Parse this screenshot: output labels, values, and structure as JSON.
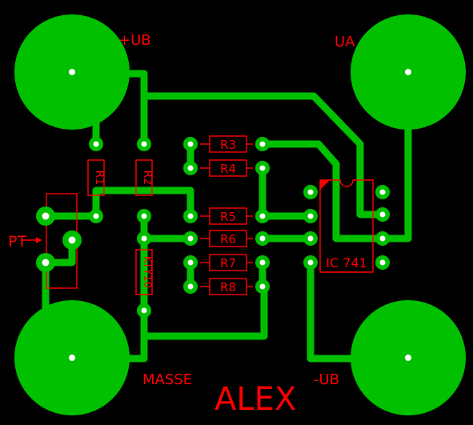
{
  "title": "ALEX",
  "colors": {
    "background": "#000000",
    "copper": "#00c000",
    "silkscreen": "#ff0000",
    "drill": "#ffffff"
  },
  "labels": {
    "plus_ub": "+UB",
    "ua": "UA",
    "masse": "MASSE",
    "minus_ub": "-UB",
    "pt": "PT"
  },
  "components": {
    "r1": "R1",
    "r2": "R2",
    "r3": "R3",
    "r4": "R4",
    "r5": "R5",
    "r6": "R6",
    "r7": "R7",
    "r8": "R8",
    "kty": "KTY10",
    "ic": "IC 741"
  }
}
